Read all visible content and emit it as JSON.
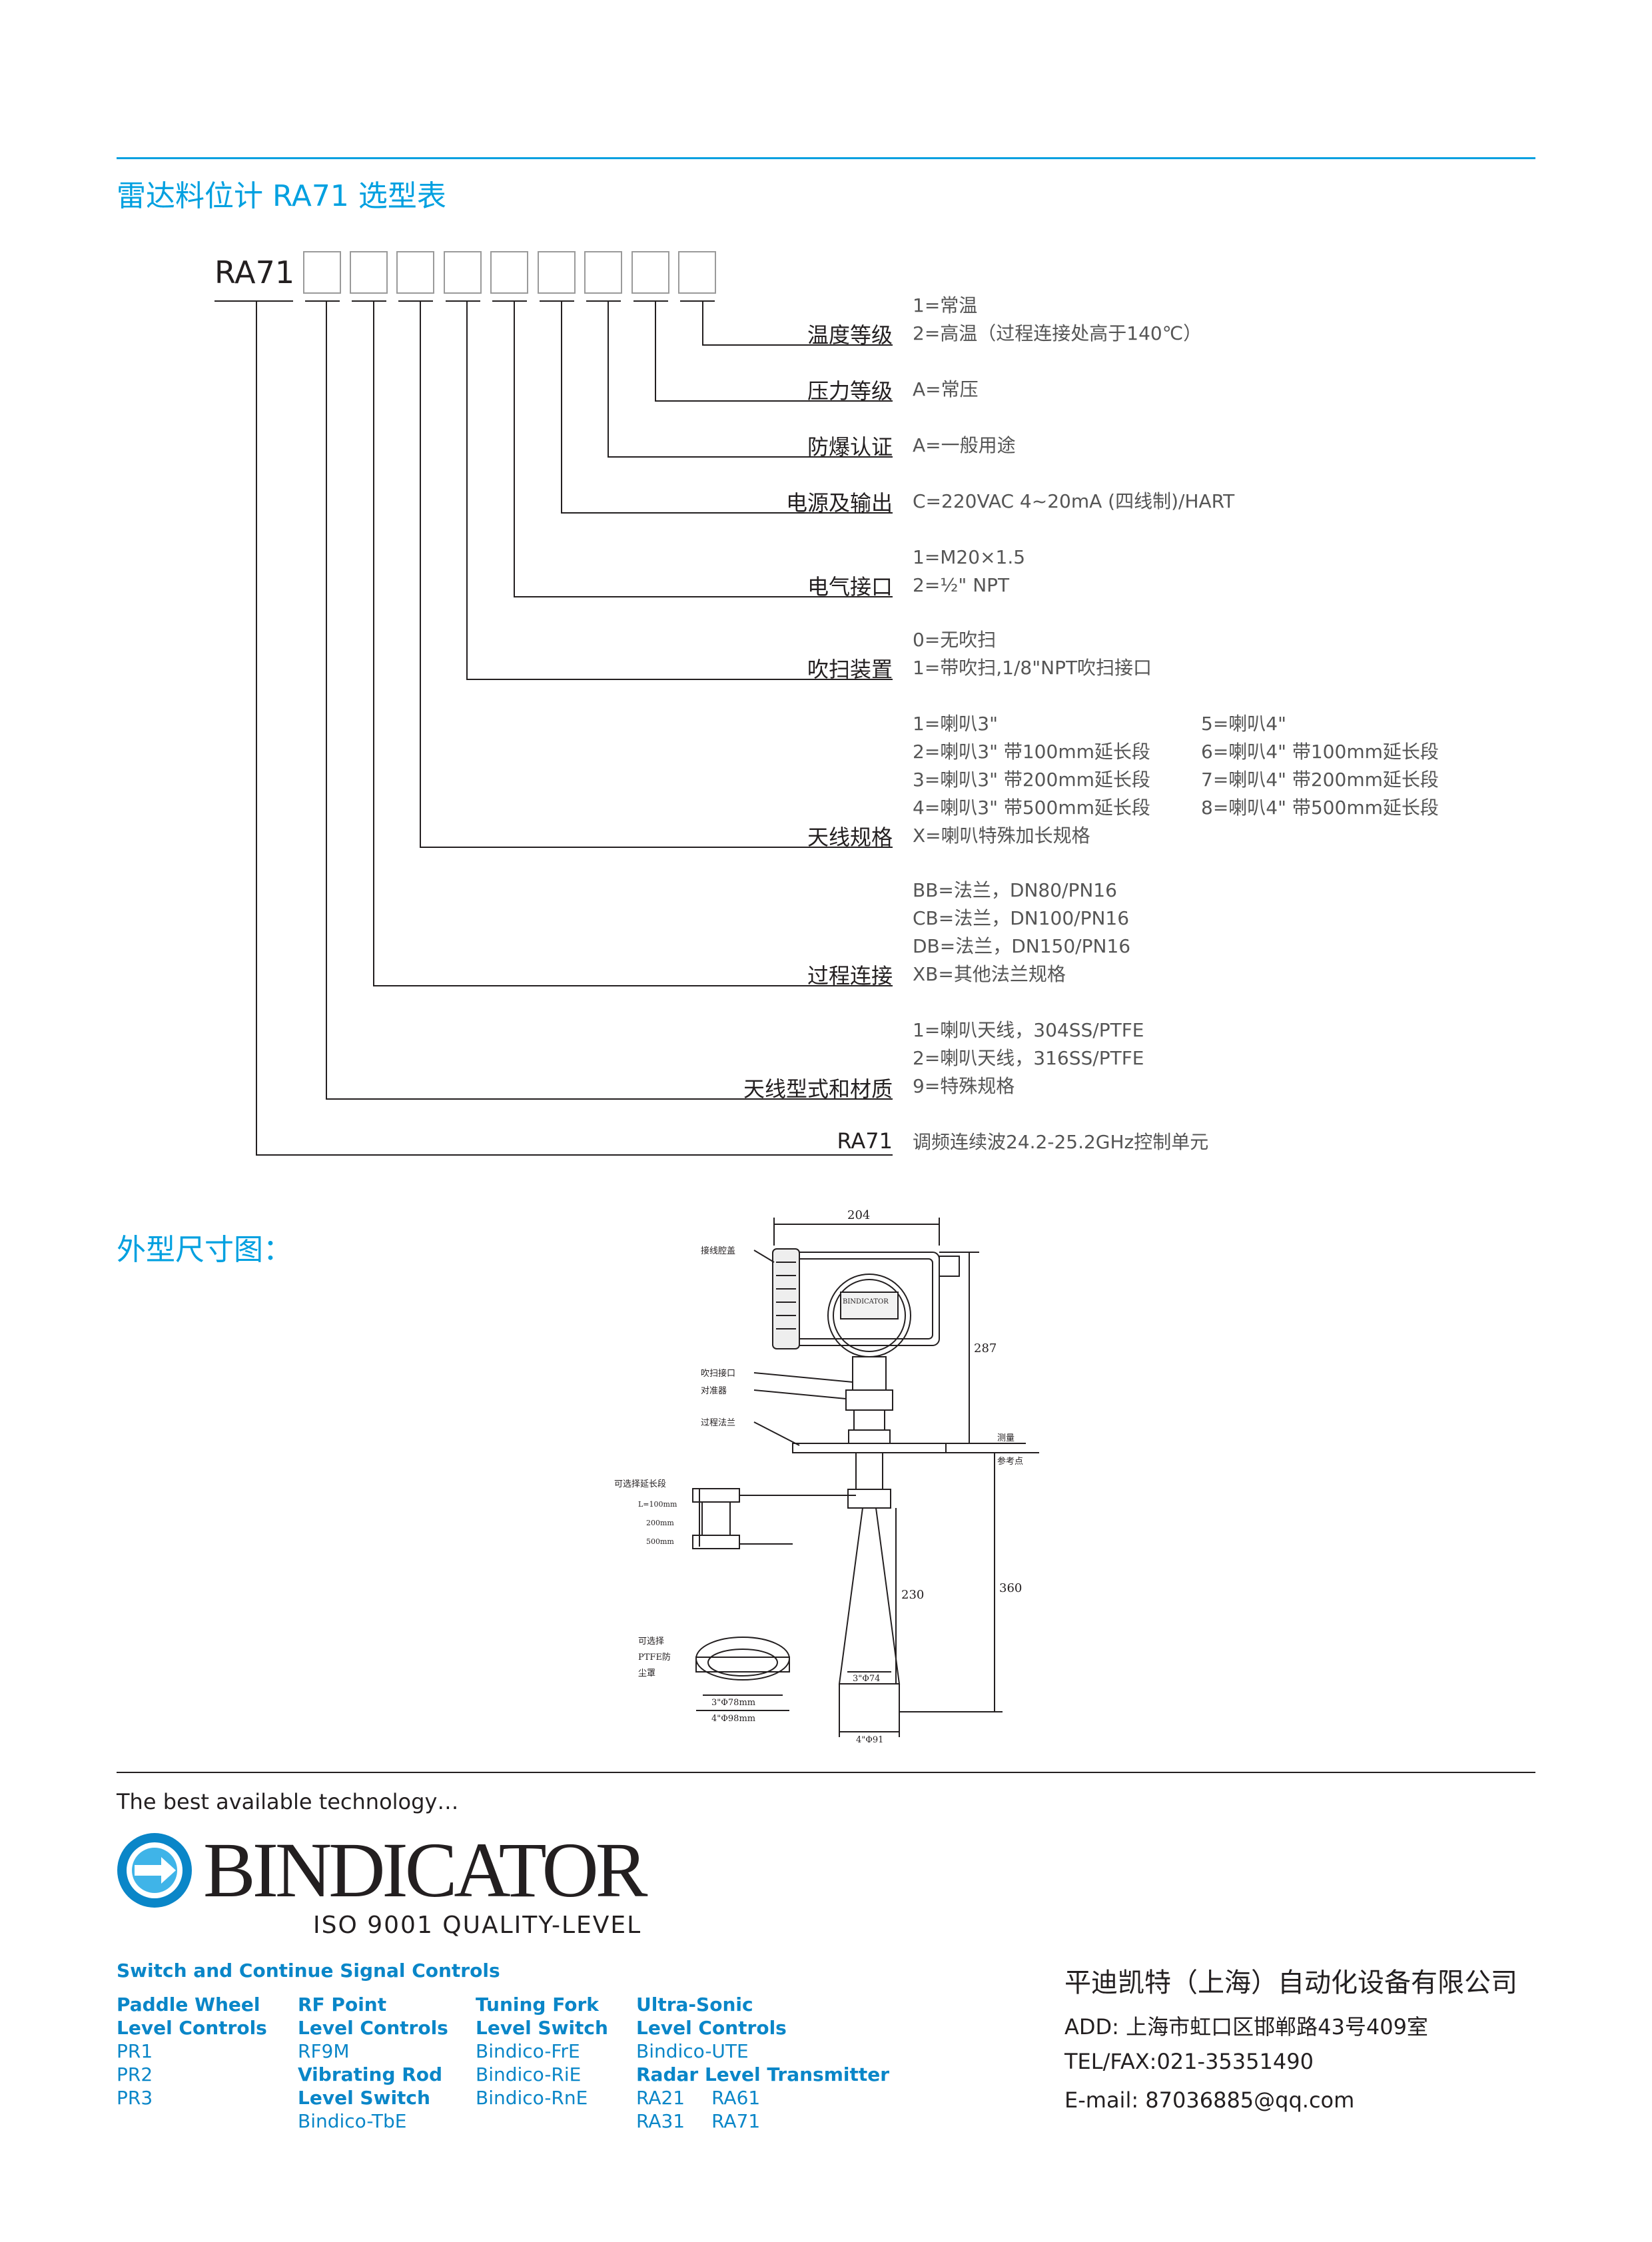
{
  "header": {
    "title": "雷达料位计 RA71 选型表"
  },
  "selection": {
    "model": "RA71",
    "rows": [
      {
        "label": "温度等级",
        "options": [
          "1=常温",
          "2=高温（过程连接处高于140℃）"
        ]
      },
      {
        "label": "压力等级",
        "options": [
          "A=常压"
        ]
      },
      {
        "label": "防爆认证",
        "options": [
          "A=一般用途"
        ]
      },
      {
        "label": "电源及输出",
        "options": [
          "C=220VAC  4~20mA (四线制)/HART"
        ]
      },
      {
        "label": "电气接口",
        "options": [
          "1=M20×1.5",
          "2=½\" NPT"
        ]
      },
      {
        "label": "吹扫装置",
        "options": [
          "0=无吹扫",
          "1=带吹扫,1/8\"NPT吹扫接口"
        ]
      },
      {
        "label": "天线规格",
        "options": [
          "1=喇叭3\"",
          "2=喇叭3\" 带100mm延长段",
          "3=喇叭3\" 带200mm延长段",
          "4=喇叭3\" 带500mm延长段",
          "X=喇叭特殊加长规格"
        ],
        "options_right": [
          "5=喇叭4\"",
          "6=喇叭4\" 带100mm延长段",
          "7=喇叭4\" 带200mm延长段",
          "8=喇叭4\" 带500mm延长段"
        ]
      },
      {
        "label": "过程连接",
        "options": [
          "BB=法兰，DN80/PN16",
          "CB=法兰，DN100/PN16",
          "DB=法兰，DN150/PN16",
          "XB=其他法兰规格"
        ]
      },
      {
        "label": "天线型式和材质",
        "options": [
          "1=喇叭天线，304SS/PTFE",
          "2=喇叭天线，316SS/PTFE",
          "9=特殊规格"
        ]
      },
      {
        "label": "RA71",
        "options": [
          "调频连续波24.2-25.2GHz控制单元"
        ]
      }
    ]
  },
  "dimensions": {
    "title": "外型尺寸图：",
    "labels": {
      "d204": "204",
      "d287": "287",
      "d230": "230",
      "d360": "360",
      "cover": "接线腔盖",
      "purge": "吹扫接口",
      "align": "对准器",
      "flange": "过程法兰",
      "ref1": "测量",
      "ref2": "参考点",
      "ext": "可选择延长段",
      "l100": "L=100mm",
      "l200": "200mm",
      "l500": "500mm",
      "cap1": "可选择",
      "cap2": "PTFE防",
      "cap3": "尘罩",
      "d78": "3\"Φ78mm",
      "d98": "4\"Φ98mm",
      "d74": "3\"Φ74",
      "d91": "4\"Φ91",
      "brand_small": "BINDICATOR"
    }
  },
  "footer": {
    "tagline": "The best available technology…",
    "brand": "BINDICATOR",
    "iso": "ISO 9001 QUALITY-LEVEL",
    "section_title": "Switch and Continue Signal Controls",
    "col1": {
      "t1": "Paddle Wheel",
      "t2": "Level Controls",
      "i1": "PR1",
      "i2": "PR2",
      "i3": "PR3"
    },
    "col2": {
      "t1": "RF Point",
      "t2": "Level Controls",
      "i1": "RF9M",
      "t3": "Vibrating Rod",
      "t4": "Level Switch",
      "i2": "Bindico-TbE"
    },
    "col3": {
      "t1": "Tuning Fork",
      "t2": "Level Switch",
      "i1": "Bindico-FrE",
      "i2": "Bindico-RiE",
      "i3": "Bindico-RnE"
    },
    "col4": {
      "t1": "Ultra-Sonic",
      "t2": "Level Controls",
      "i1": "Bindico-UTE",
      "t3": "Radar Level Transmitter",
      "i2a": "RA21",
      "i2b": "RA61",
      "i3a": "RA31",
      "i3b": "RA71"
    },
    "company": "平迪凯特（上海）自动化设备有限公司",
    "address": "ADD: 上海市虹口区邯郸路43号409室",
    "tel": "TEL/FAX:021-35351490",
    "email": "E-mail: 87036885@qq.com"
  },
  "colors": {
    "accent": "#00a0e0",
    "brand_blue": "#0a86c8",
    "text": "#231f20"
  }
}
